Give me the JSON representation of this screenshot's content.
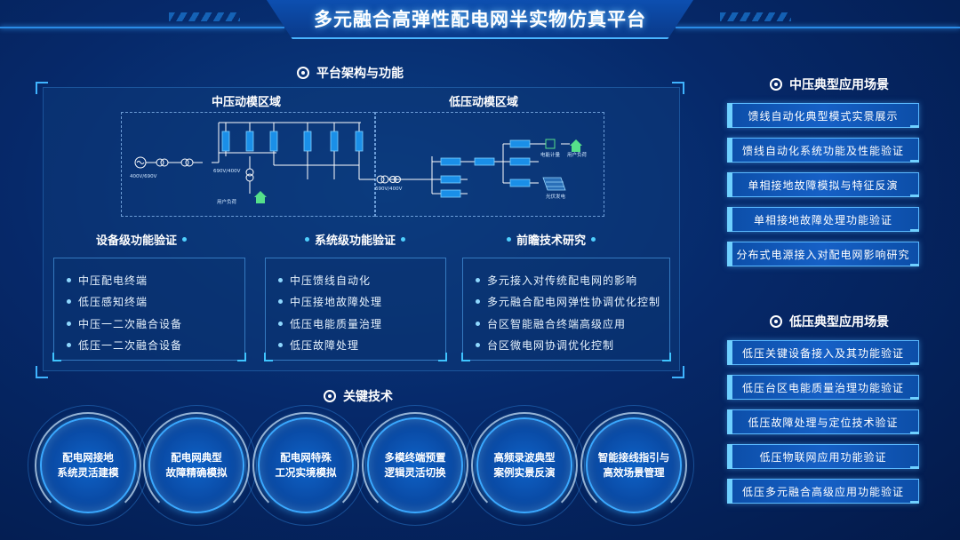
{
  "header": {
    "title": "多元融合高弹性配电网半实物仿真平台"
  },
  "architecture": {
    "title": "平台架构与功能",
    "mv_domain": "中压动模区域",
    "lv_domain": "低压动模区域",
    "diagram_labels": {
      "mv_source_voltage": "400V/690V",
      "mv_transformer": "690V/400V",
      "mv_user_load": "用户负荷",
      "lv_transformer": "690V/400V",
      "lv_meter": "电能计量",
      "lv_user_load": "用户负荷",
      "lv_pv": "光伏发电"
    }
  },
  "columns": [
    {
      "title": "设备级功能验证",
      "items": [
        "中压配电终端",
        "低压感知终端",
        "中压一二次融合设备",
        "低压一二次融合设备"
      ]
    },
    {
      "title": "系统级功能验证",
      "items": [
        "中压馈线自动化",
        "中压接地故障处理",
        "低压电能质量治理",
        "低压故障处理"
      ]
    },
    {
      "title": "前瞻技术研究",
      "items": [
        "多元接入对传统配电网的影响",
        "多元融合配电网弹性协调优化控制",
        "台区智能融合终端高级应用",
        "台区微电网协调优化控制"
      ]
    }
  ],
  "key_tech": {
    "title": "关键技术",
    "items": [
      [
        "配电网接地",
        "系统灵活建模"
      ],
      [
        "配电网典型",
        "故障精确模拟"
      ],
      [
        "配电网特殊",
        "工况实境模拟"
      ],
      [
        "多模终端预置",
        "逻辑灵活切换"
      ],
      [
        "高频录波典型",
        "案例实景反演"
      ],
      [
        "智能接线指引与",
        "高效场景管理"
      ]
    ]
  },
  "mv_scenarios": {
    "title": "中压典型应用场景",
    "items": [
      "馈线自动化典型模式实景展示",
      "馈线自动化系统功能及性能验证",
      "单相接地故障模拟与特征反演",
      "单相接地故障处理功能验证",
      "分布式电源接入对配电网影响研究"
    ]
  },
  "lv_scenarios": {
    "title": "低压典型应用场景",
    "items": [
      "低压关键设备接入及其功能验证",
      "低压台区电能质量治理功能验证",
      "低压故障处理与定位技术验证",
      "低压物联网应用功能验证",
      "低压多元融合高级应用功能验证"
    ]
  }
}
